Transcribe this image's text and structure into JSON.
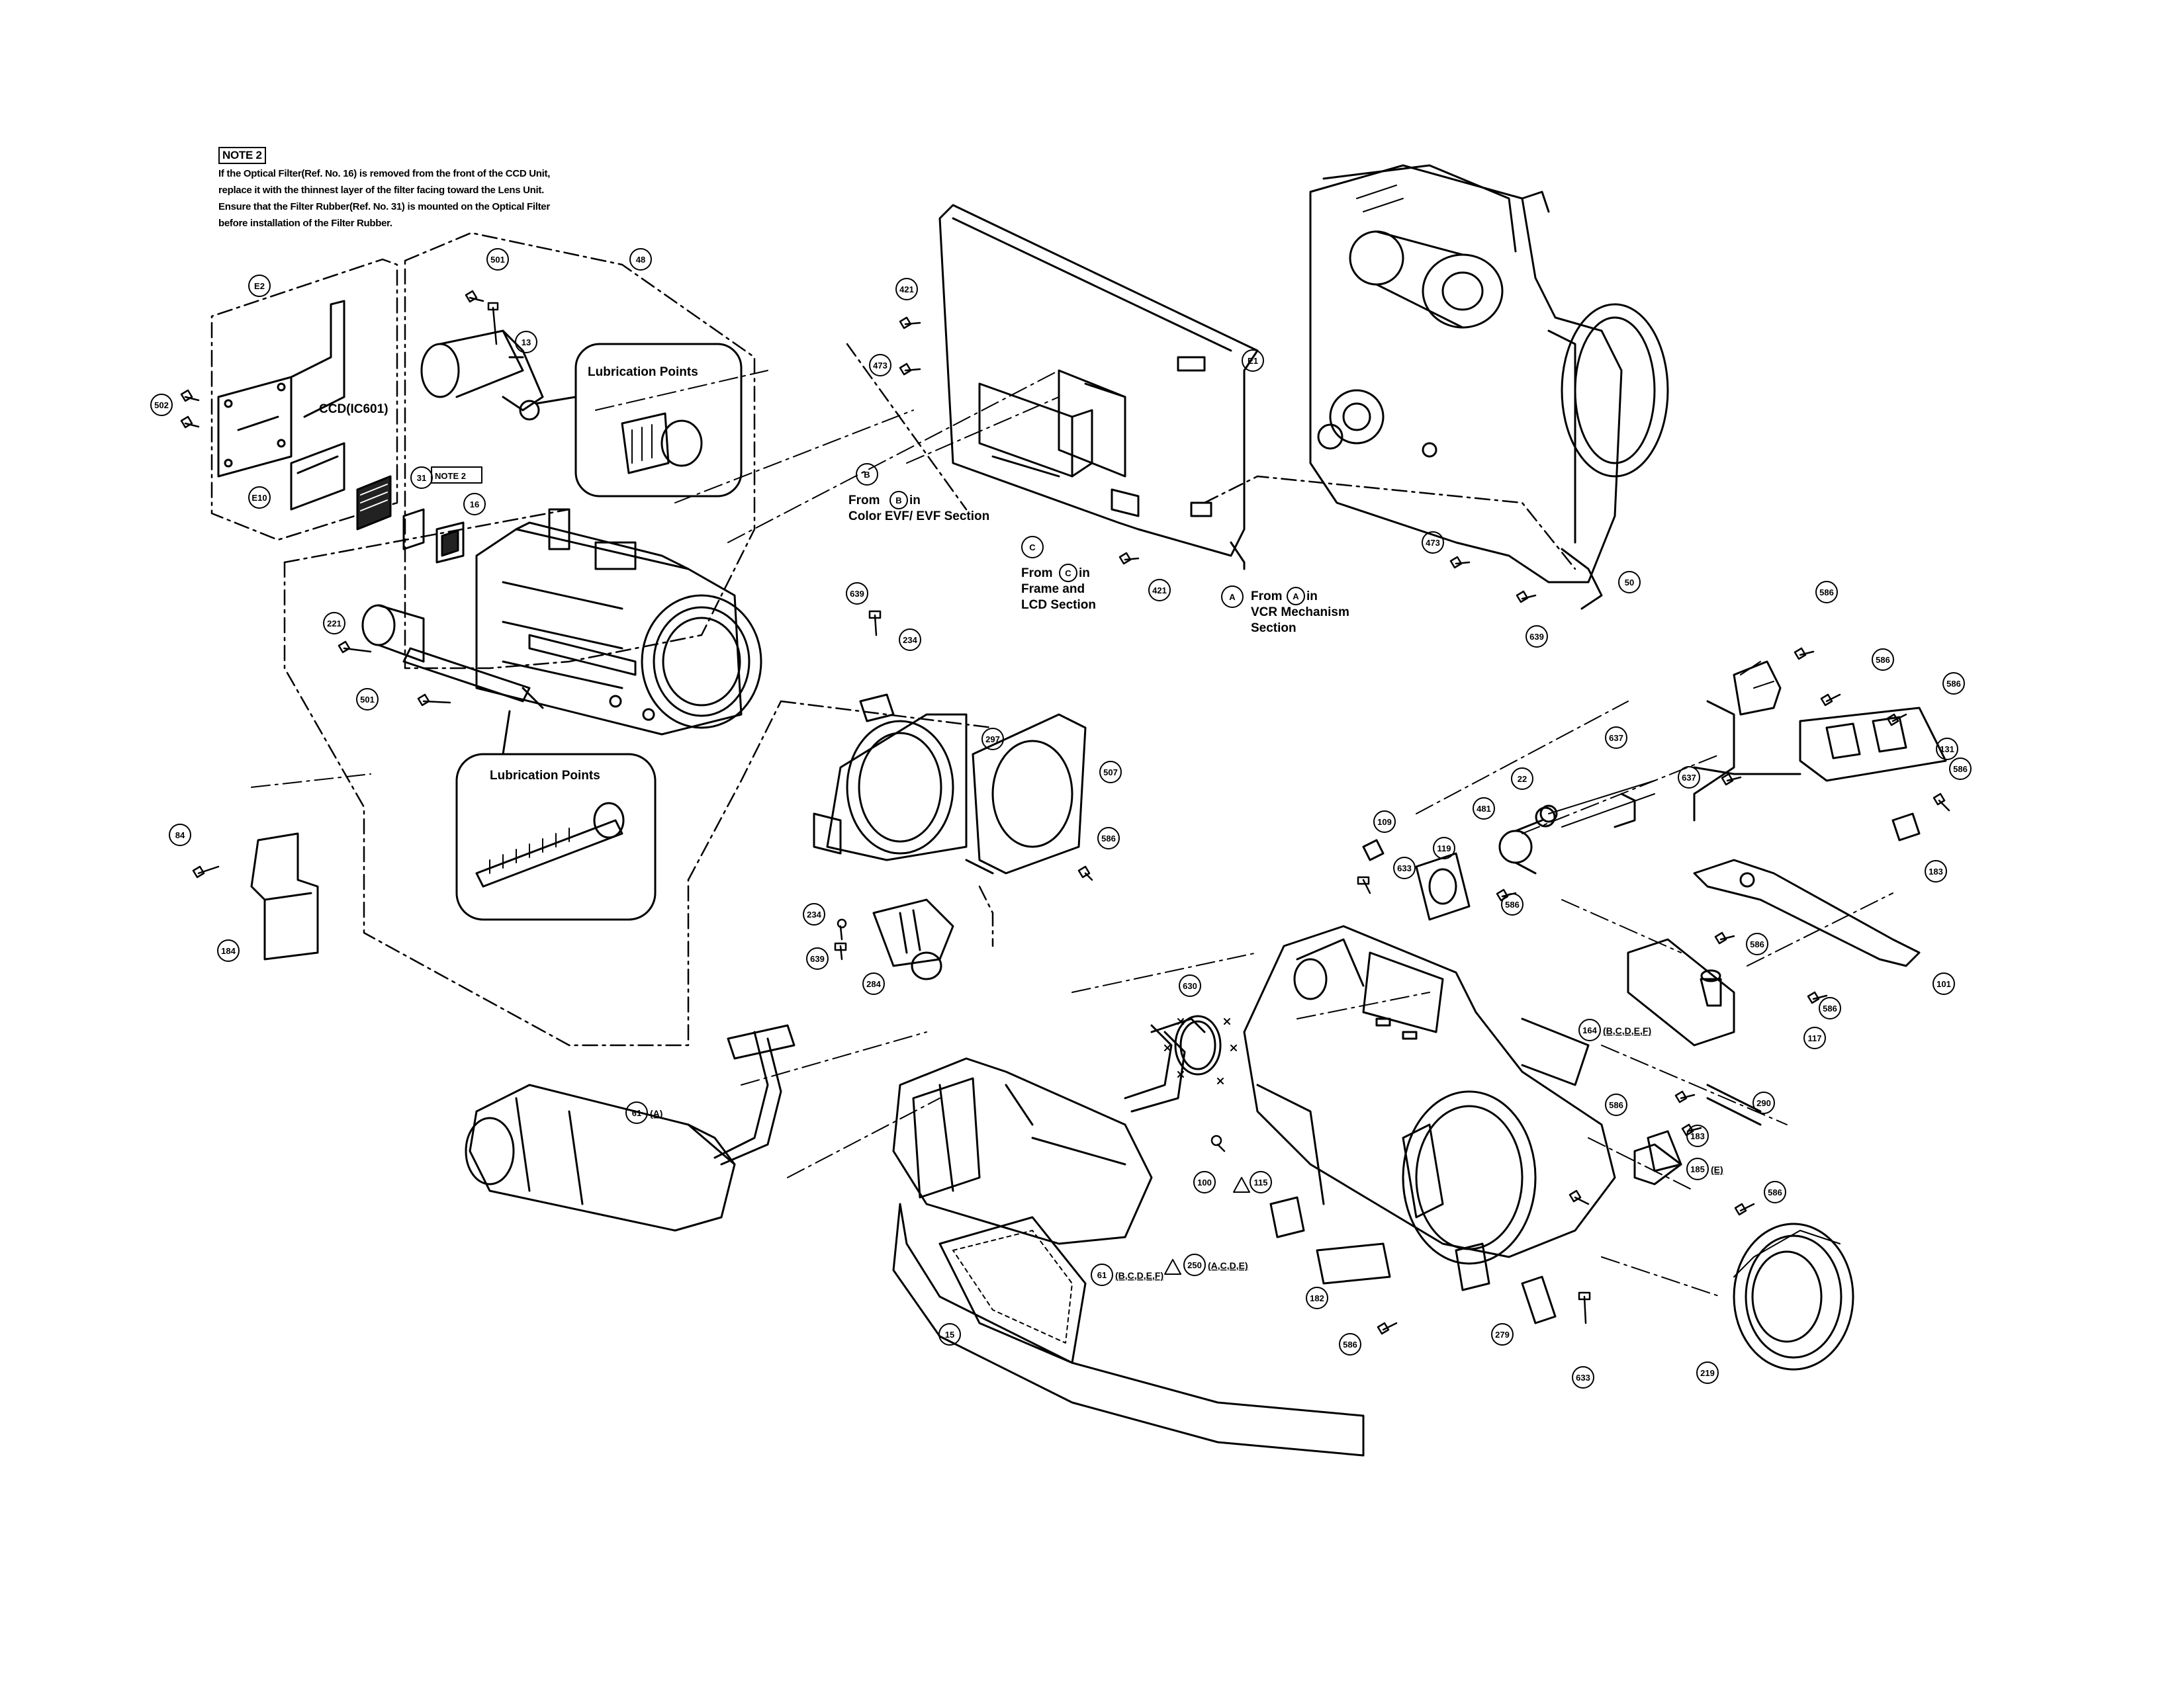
{
  "note": {
    "heading": "NOTE 2",
    "lines": [
      "If the Optical Filter(Ref. No. 16) is removed from the front of the CCD Unit,",
      "replace it with the thinnest layer of the filter facing toward the Lens Unit.",
      "Ensure that the Filter Rubber(Ref. No. 31) is mounted on the Optical Filter",
      "before installation of the Filter Rubber."
    ]
  },
  "labels": {
    "ccd": "CCD(IC601)",
    "note2_tag": "NOTE 2",
    "lubrication_1": "Lubrication Points",
    "lubrication_2": "Lubrication Points",
    "from_b": [
      "From",
      "B",
      "in",
      "Color EVF/ EVF Section"
    ],
    "from_c": [
      "From",
      "C",
      "in",
      "Frame and",
      "LCD Section"
    ],
    "from_a": [
      "From",
      "A",
      "in",
      "VCR Mechanism",
      "Section"
    ]
  },
  "callouts": {
    "c501a": "501",
    "c48": "48",
    "c13": "13",
    "cE2": "E2",
    "c502": "502",
    "cE10": "E10",
    "c31": "31",
    "c16": "16",
    "c221": "221",
    "c501b": "501",
    "c84": "84",
    "c184": "184",
    "c421a": "421",
    "c473a": "473",
    "cB": "B",
    "cE1": "E1",
    "cC": "C",
    "c421b": "421",
    "cA": "A",
    "c473b": "473",
    "c50": "50",
    "c639a": "639",
    "c639b": "639",
    "c234a": "234",
    "c297": "297",
    "c507": "507",
    "c586a": "586",
    "c234b": "234",
    "c639c": "639",
    "c284": "284",
    "c586b": "586",
    "c586c": "586",
    "c586d": "586",
    "c131": "131",
    "c586e": "586",
    "c183": "183",
    "c637a": "637",
    "c637b": "637",
    "c22": "22",
    "c481": "481",
    "c109": "109",
    "c633a": "633",
    "c119": "119",
    "c586f": "586",
    "c586g": "586",
    "c586h": "586",
    "c101": "101",
    "c117": "117",
    "c630": "630",
    "c164": "164",
    "c164s": "(B,C,D,E,F)",
    "c290": "290",
    "c586i": "586",
    "c183b": "183",
    "c185": "185",
    "c185s": "(E)",
    "c586j": "586",
    "c61a": "61",
    "c61as": "(A)",
    "c100": "100",
    "c115": "115",
    "c61b": "61",
    "c61bs": "(B,C,D,E,F)",
    "c250": "250",
    "c250s": "(A,C,D,E)",
    "c182": "182",
    "c586k": "586",
    "c279": "279",
    "c633b": "633",
    "c219": "219",
    "c15": "15"
  }
}
